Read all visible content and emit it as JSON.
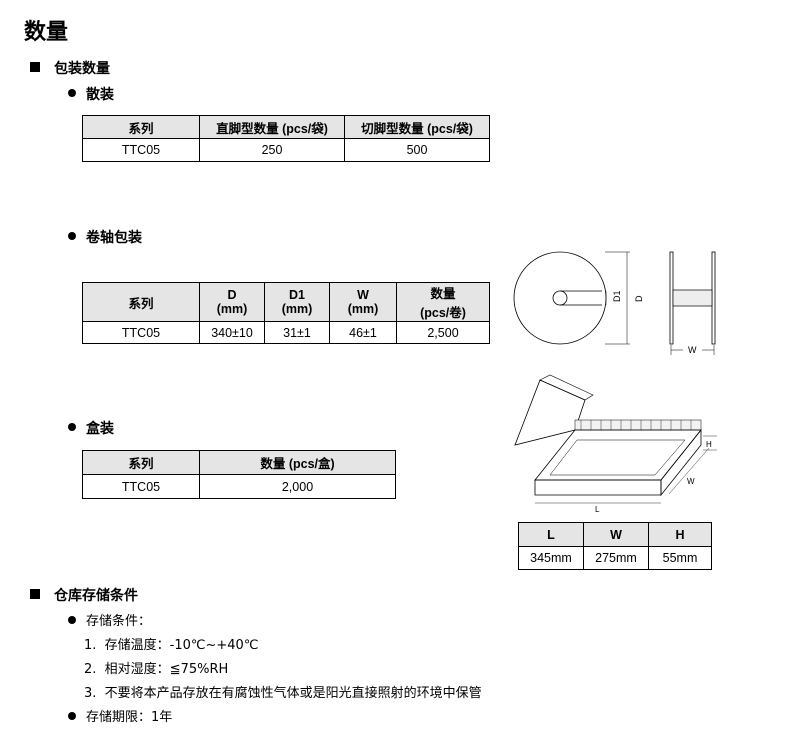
{
  "page_title": "数量",
  "packaging": {
    "heading": "包装数量",
    "bulk": {
      "heading": "散装",
      "headers": [
        "系列",
        "直脚型数量 (pcs/袋)",
        "切脚型数量 (pcs/袋)"
      ],
      "row": [
        "TTC05",
        "250",
        "500"
      ]
    },
    "reel": {
      "heading": "卷轴包装",
      "headers": [
        {
          "l1": "系列",
          "l2": ""
        },
        {
          "l1": "D",
          "l2": "(mm)"
        },
        {
          "l1": "D1",
          "l2": "(mm)"
        },
        {
          "l1": "W",
          "l2": "(mm)"
        },
        {
          "l1": "数量",
          "l2": "(pcs/卷)"
        }
      ],
      "row": [
        "TTC05",
        "340±10",
        "31±1",
        "46±1",
        "2,500"
      ],
      "diagram": {
        "d1": "D1",
        "d": "D",
        "w": "W"
      }
    },
    "box": {
      "heading": "盒装",
      "headers": [
        "系列",
        "数量 (pcs/盒)"
      ],
      "row": [
        "TTC05",
        "2,000"
      ],
      "diagram": {
        "h": "H",
        "w": "W",
        "l": "L"
      },
      "dim_headers": [
        "L",
        "W",
        "H"
      ],
      "dim_row": [
        "345mm",
        "275mm",
        "55mm"
      ]
    }
  },
  "storage": {
    "heading": "仓库存储条件",
    "conditions_label": "存储条件：",
    "items": [
      {
        "num": "1.",
        "text": "存储温度：-10℃~+40℃"
      },
      {
        "num": "2.",
        "text": "相对湿度：≦75%RH"
      },
      {
        "num": "3.",
        "text": "不要将本产品存放在有腐蚀性气体或是阳光直接照射的环境中保管"
      }
    ],
    "period": "存储期限：1年"
  },
  "colors": {
    "header_bg": "#e5e5e5",
    "border": "#000000"
  }
}
